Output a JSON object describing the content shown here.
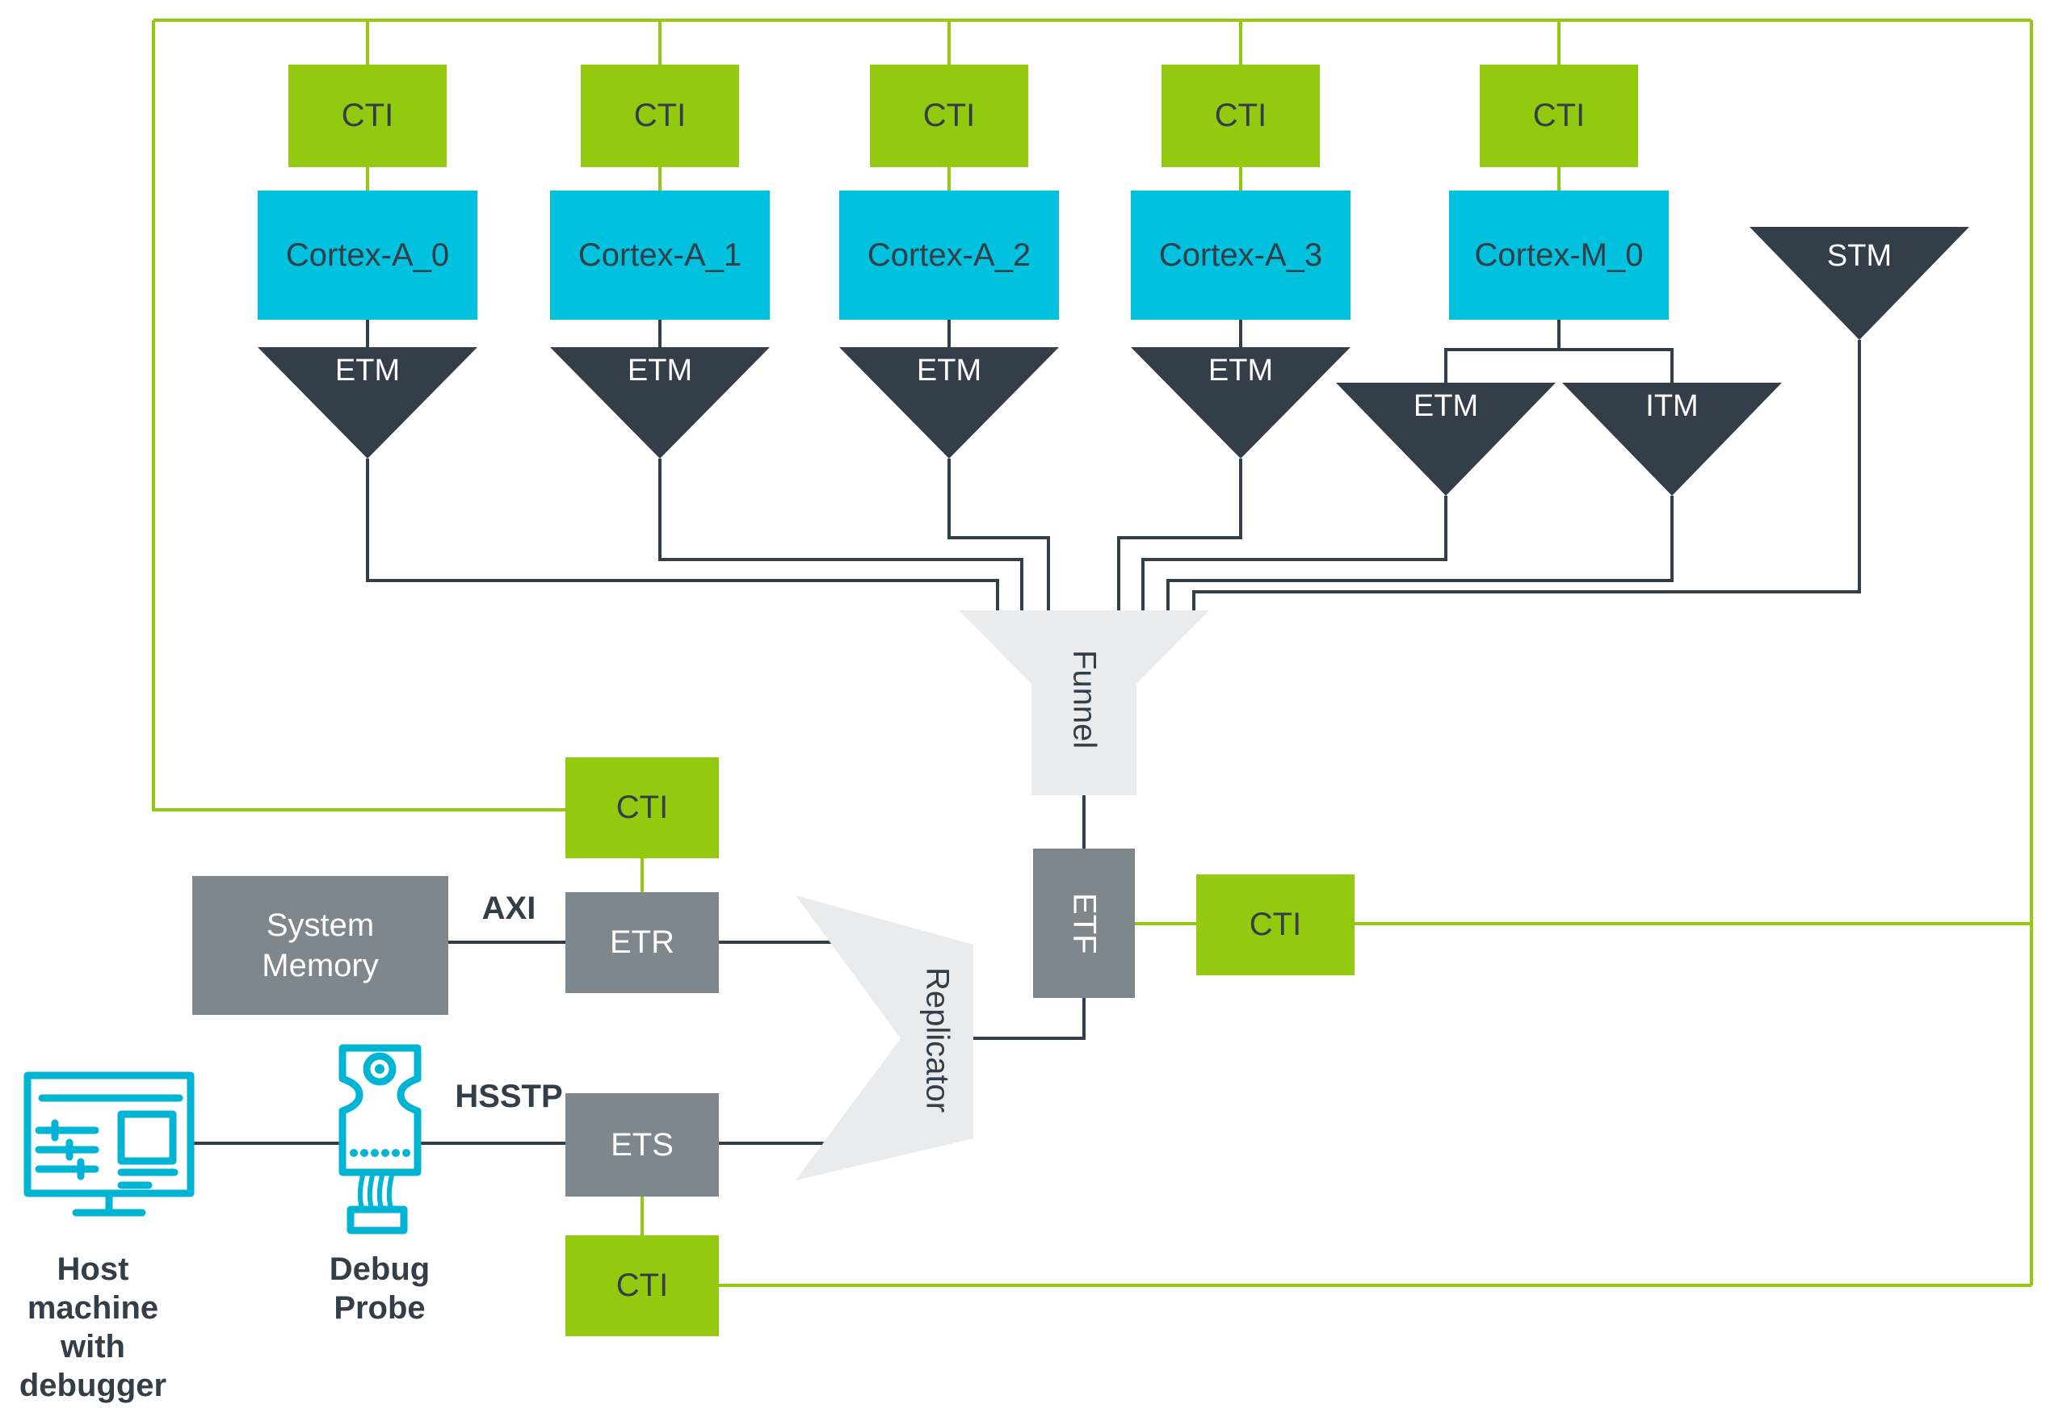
{
  "colors": {
    "green": "#93c90e",
    "cyan": "#00c1de",
    "icon_cyan": "#00b5d4",
    "dark": "#333e48",
    "gray": "#7e868e",
    "light_gray": "#e9ebec",
    "white": "#ffffff"
  },
  "columns": [
    {
      "cti": "CTI",
      "core": "Cortex-A_0",
      "trace": "ETM"
    },
    {
      "cti": "CTI",
      "core": "Cortex-A_1",
      "trace": "ETM"
    },
    {
      "cti": "CTI",
      "core": "Cortex-A_2",
      "trace": "ETM"
    },
    {
      "cti": "CTI",
      "core": "Cortex-A_3",
      "trace": "ETM"
    },
    {
      "cti": "CTI",
      "core": "Cortex-M_0",
      "trace_etm": "ETM",
      "trace_itm": "ITM"
    }
  ],
  "stm_label": "STM",
  "funnel_label": "Funnel",
  "etf": {
    "label": "ETF",
    "cti": "CTI"
  },
  "replicator_label": "Replicator",
  "etr": {
    "label": "ETR",
    "cti": "CTI",
    "bus": "AXI"
  },
  "system_memory_lines": [
    "System",
    "Memory"
  ],
  "ets": {
    "label": "ETS",
    "cti": "CTI",
    "bus": "HSSTP"
  },
  "host_machine_lines": [
    "Host",
    "machine",
    "with",
    "debugger"
  ],
  "debug_probe_lines": [
    "Debug",
    "Probe"
  ]
}
